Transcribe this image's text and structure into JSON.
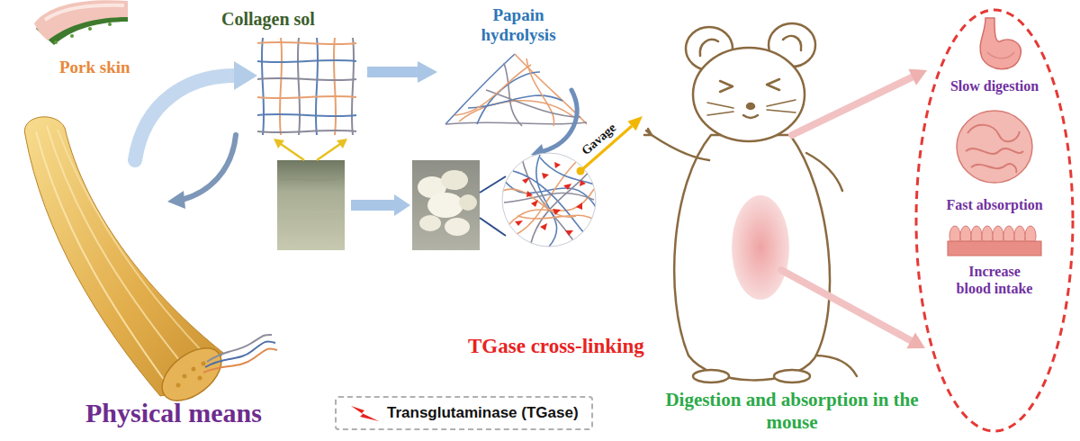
{
  "diagram": {
    "nodes": [
      {
        "text": [
          "Slow digestion",
          "Fast absorption",
          "Increase blood intake"
        ]
      }
    ],
    "labels": [
      "Pork skin",
      "Collagen sol",
      "Papain hydrolysis",
      "Gavage",
      "TGase cross-linking",
      "Physical means",
      "Digestion and absorption in the mouse"
    ],
    "legend": [
      {
        "text": "Transglutaminase (TGase)"
      }
    ]
  }
}
